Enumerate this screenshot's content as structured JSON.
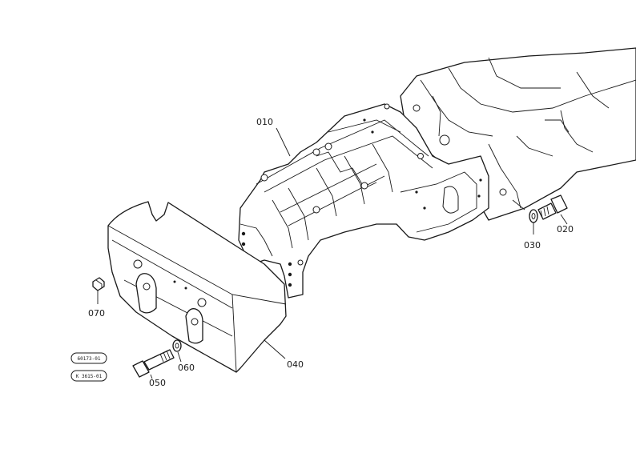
{
  "parts": {
    "p010": "010",
    "p020": "020",
    "p030": "030",
    "p040": "040",
    "p050": "050",
    "p060": "060",
    "p070": "070"
  },
  "codes": {
    "code_top": "60173-01",
    "code_bottom": "K 3615-01"
  }
}
